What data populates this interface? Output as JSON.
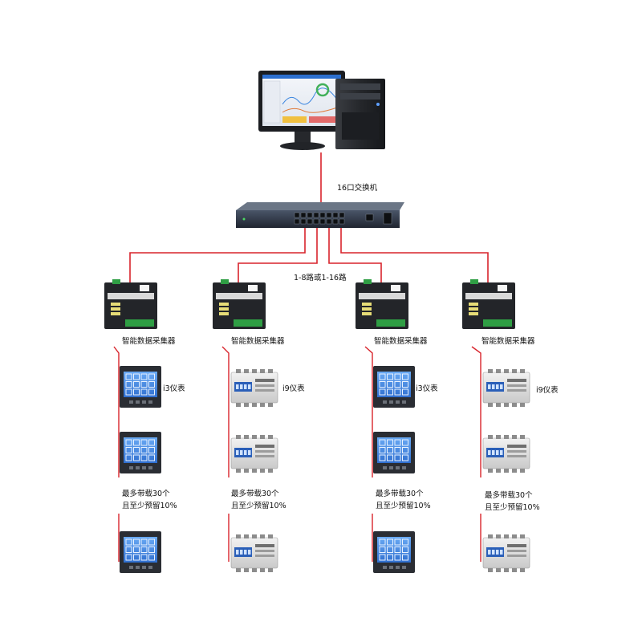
{
  "switch_label": "16口交换机",
  "bus_label": "1-8路或1-16路",
  "collectors": [
    {
      "label": "智能数据采集器",
      "meter_type": "i3",
      "meter_label": "i3仪表",
      "note_line1": "最多带载30个",
      "note_line2": "且至少预留10%"
    },
    {
      "label": "智能数据采集器",
      "meter_type": "i9",
      "meter_label": "i9仪表",
      "note_line1": "最多带载30个",
      "note_line2": "且至少预留10%"
    },
    {
      "label": "智能数据采集器",
      "meter_type": "i3",
      "meter_label": "i3仪表",
      "note_line1": "最多带载30个",
      "note_line2": "且至少预留10%"
    },
    {
      "label": "智能数据采集器",
      "meter_type": "i9",
      "meter_label": "i9仪表",
      "note_line1": "最多带载30个",
      "note_line2": "且至少预留10%"
    }
  ],
  "colors": {
    "link": "#d8242c",
    "device_dark": "#2a2d33",
    "lcd_blue": "#4a8ee8"
  },
  "icons": [
    "desktop-computer-icon",
    "network-switch-icon",
    "data-collector-icon",
    "panel-meter-icon",
    "din-rail-meter-icon"
  ]
}
